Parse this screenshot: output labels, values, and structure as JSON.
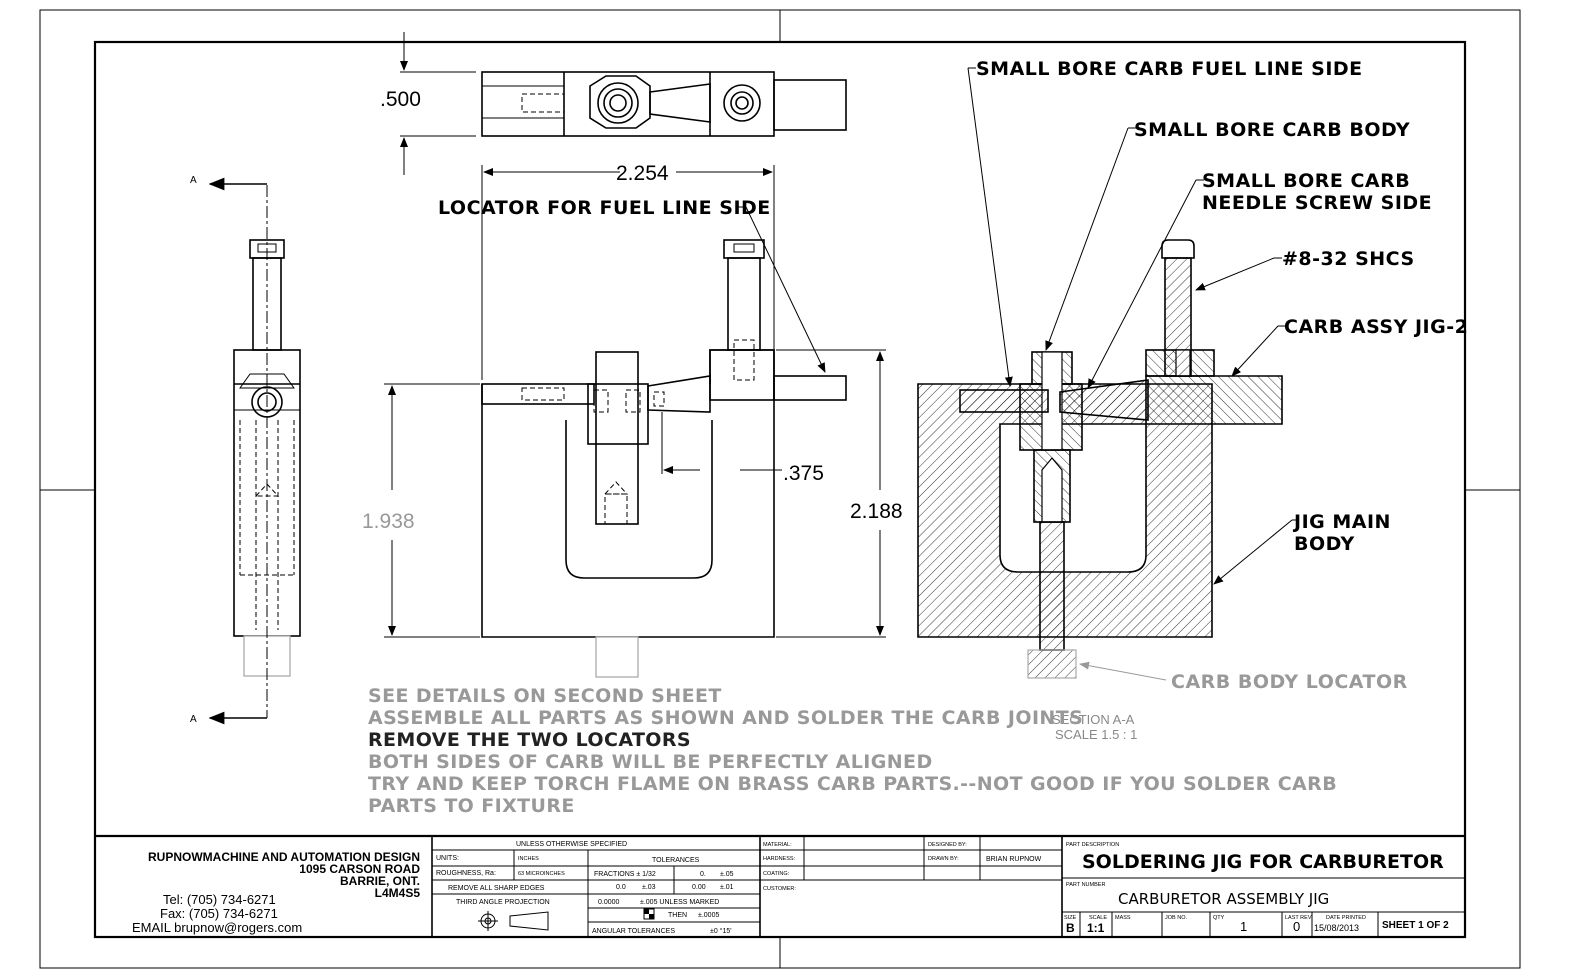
{
  "callouts": {
    "fuel_line_side": "SMALL BORE CARB FUEL LINE SIDE",
    "carb_body": "SMALL BORE CARB BODY",
    "needle_side_1": "SMALL BORE CARB",
    "needle_side_2": "NEEDLE SCREW SIDE",
    "shcs": "#8-32 SHCS",
    "carb_assy_jig": "CARB ASSY JIG-2",
    "jig_main_1": "JIG MAIN",
    "jig_main_2": "BODY",
    "carb_body_locator": "CARB BODY LOCATOR",
    "locator_fuel_line": "LOCATOR FOR FUEL LINE SIDE"
  },
  "dimensions": {
    "d500": ".500",
    "d2254": "2.254",
    "d375": ".375",
    "d1938": "1.938",
    "d2188": "2.188"
  },
  "section": {
    "marker": "A",
    "label": "SECTION A-A",
    "scale": "SCALE 1.5 : 1"
  },
  "notes": [
    "SEE DETAILS ON SECOND SHEET",
    "ASSEMBLE ALL PARTS AS SHOWN AND SOLDER THE CARB JOINTS",
    "REMOVE THE TWO LOCATORS",
    "BOTH SIDES OF CARB WILL BE PERFECTLY ALIGNED",
    "TRY AND KEEP TORCH FLAME ON BRASS CARB PARTS.--NOT GOOD IF YOU SOLDER CARB",
    "PARTS TO FIXTURE"
  ],
  "company": {
    "name": "RUPNOWMACHINE AND AUTOMATION DESIGN",
    "street": "1095 CARSON ROAD",
    "city": "BARRIE, ONT.",
    "postal": "L4M4S5",
    "tel": "Tel: (705) 734-6271",
    "fax": "Fax: (705) 734-6271",
    "email": "EMAIL brupnow@rogers.com"
  },
  "title_block": {
    "unless": "UNLESS OTHERWISE SPECIFIED",
    "units_label": "UNITS:",
    "units_value": "INCHES",
    "tolerances_label": "TOLERANCES",
    "roughness_label": "ROUGHNESS, Ra:",
    "roughness_value": "63 MICROINCHES",
    "fractions": "FRACTIONS ± 1/32",
    "tol_0": "0.",
    "tol_0_val": "±.05",
    "sharp_edges": "REMOVE ALL SHARP EDGES",
    "tol_00": "0.0",
    "tol_00_val": "±.03",
    "tol_000": "0.00",
    "tol_000_val": "±.01",
    "third_angle": "THIRD ANGLE PROJECTION",
    "tol_0000": "0.0000",
    "tol_0000_val": "±.005 UNLESS MARKED",
    "then": "THEN",
    "then_val": "±.0005",
    "angular": "ANGULAR TOLERANCES",
    "angular_val": "±0 °15'",
    "material": "MATERIAL:",
    "hardness": "HARDNESS:",
    "coating": "COATING:",
    "customer": "CUSTOMER:",
    "designed_by": "DESIGNED BY:",
    "drawn_by": "DRAWN BY:",
    "drawn_by_value": "BRIAN RUPNOW",
    "part_description_label": "PART DESCRIPTION",
    "part_description": "SOLDERING JIG FOR CARBURETOR",
    "part_number_label": "PART NUMBER",
    "part_number": "CARBURETOR ASSEMBLY JIG",
    "size_label": "SIZE",
    "size": "B",
    "scale_label": "SCALE",
    "scale": "1:1",
    "mass_label": "MASS",
    "job_label": "JOB NO.",
    "qty_label": "QTY",
    "qty": "1",
    "rev_label": "LAST REV",
    "rev": "0",
    "date_label": "DATE PRINTED",
    "date": "15/08/2013",
    "sheet": "SHEET 1 OF 2"
  }
}
